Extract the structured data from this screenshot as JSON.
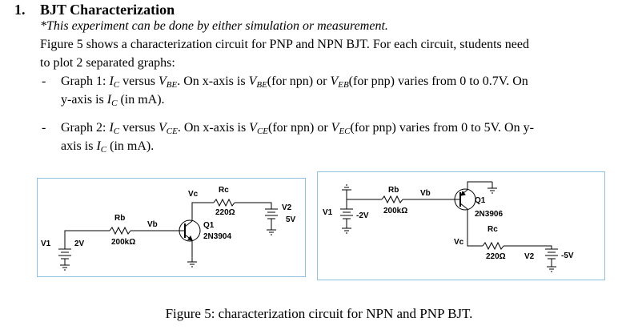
{
  "section": {
    "number": "1.",
    "title": "BJT Characterization"
  },
  "intro": {
    "note": "*This experiment can be done by either simulation or measurement.",
    "line1": "Figure 5 shows a characterization circuit for PNP and NPN BJT. For each circuit, students need",
    "line2": "to plot 2 separated graphs:"
  },
  "graphs": [
    {
      "bullet": "-",
      "lead": "Graph 1: ",
      "y_var": "I",
      "y_sub": "C",
      "vs": " versus ",
      "x_var": "V",
      "x_sub": "BE",
      "mid1": ". On x-axis is ",
      "x_var2": "V",
      "x_sub2": "BE",
      "mid2": "(for npn) or ",
      "x_var3": "V",
      "x_sub3": "EB",
      "mid3": "(for pnp) varies from 0 to 0.7V. On",
      "line2_pre": "y-axis is ",
      "line2_var": "I",
      "line2_sub": "C",
      "line2_post": " (in mA)."
    },
    {
      "bullet": "-",
      "lead": "Graph 2: ",
      "y_var": "I",
      "y_sub": "C",
      "vs": " versus ",
      "x_var": "V",
      "x_sub": "CE",
      "mid1": ". On x-axis is ",
      "x_var2": "V",
      "x_sub2": "CE",
      "mid2": "(for npn) or ",
      "x_var3": "V",
      "x_sub3": "EC",
      "mid3": "(for pnp) varies from 0 to 5V. On y-",
      "line2_pre": "axis is ",
      "line2_var": "I",
      "line2_sub": "C",
      "line2_post": " (in mA)."
    }
  ],
  "npn_circuit": {
    "source_v1": "V1",
    "source_v1_value": "2V",
    "rb_label": "Rb",
    "rb_value": "200kΩ",
    "vb_label": "Vb",
    "vc_label": "Vc",
    "rc_label": "Rc",
    "rc_value": "220Ω",
    "source_v2": "V2",
    "source_v2_value": "5V",
    "transistor_name": "Q1",
    "transistor_model": "2N3904"
  },
  "pnp_circuit": {
    "source_v1": "V1",
    "source_v1_value": "-2V",
    "rb_label": "Rb",
    "rb_value": "200kΩ",
    "vb_label": "Vb",
    "vc_label": "Vc",
    "rc_label": "Rc",
    "rc_value": "220Ω",
    "source_v2": "V2",
    "source_v2_value": "-5V",
    "transistor_name": "Q1",
    "transistor_model": "2N3906"
  },
  "caption": "Figure 5: characterization circuit for NPN and PNP BJT."
}
